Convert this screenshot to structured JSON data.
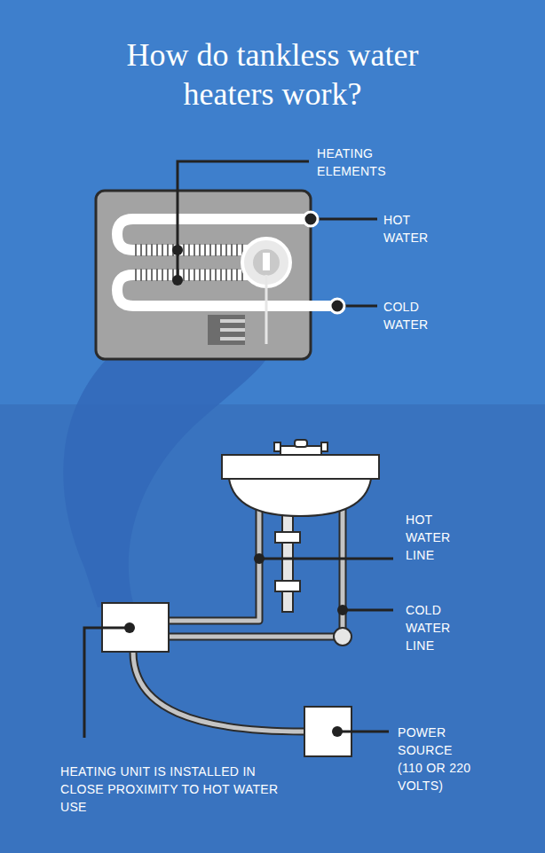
{
  "diagram": {
    "title": "How do tankless water heaters work?",
    "labels": [
      "HEATING ELEMENTS",
      "HOT WATER",
      "COLD WATER",
      "HOT WATER LINE",
      "COLD WATER LINE",
      "POWER SOURCE (110 OR 220 VOLTS)",
      "HEATING UNIT IS INSTALLED IN CLOSE PROXIMITY TO HOT WATER USE"
    ]
  }
}
